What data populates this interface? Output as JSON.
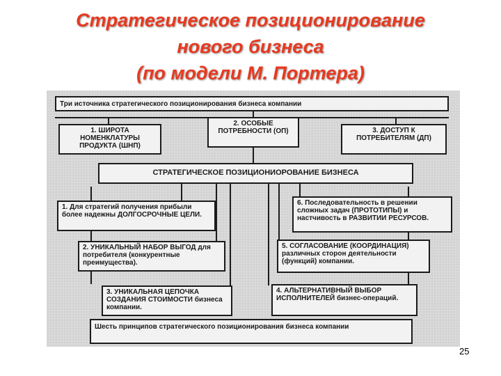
{
  "title": {
    "line1": "Стратегическое позиционирование",
    "line2": "нового бизнеса",
    "line3": "(по модели М. Портера)"
  },
  "diagram": {
    "top_header": "Три источника стратегического позиционирования бизнеса компании",
    "sources": [
      "1. ШИРОТА НОМЕНКЛАТУРЫ ПРОДУКТА (ШНП)",
      "2. ОСОБЫЕ ПОТРЕБНОСТИ (ОП)",
      "3. ДОСТУП К ПОТРЕБИТЕЛЯМ (ДП)"
    ],
    "center": "СТРАТЕГИЧЕСКОЕ ПОЗИЦИОНИОРОВАНИЕ БИЗНЕСА",
    "principles_left": [
      "1. Для стратегий получения прибыли более надежны ДОЛГОСРОЧНЫЕ ЦЕЛИ.",
      "2. УНИКАЛЬНЫЙ НАБОР ВЫГОД для потребителя (конкурентные преимущества).",
      "3. УНИКАЛЬНАЯ ЦЕПОЧКА СОЗДАНИЯ СТОИМОСТИ бизнеса компании."
    ],
    "principles_right": [
      "6. Последовательность в решении сложных задач (ПРОТОТИПЫ) и настчивость в РАЗВИТИИ РЕСУРСОВ.",
      "5. СОГЛАСОВАНИЕ (КООРДИНАЦИЯ) различных сторон деятельности (функций) компании.",
      "4. АЛЬТЕРНАТИВНЫЙ ВЫБОР ИСПОЛНИТЕЛЕЙ бизнес-операций."
    ],
    "bottom_footer": "Шесть принципов стратегического позиционирования бизнеса компании"
  },
  "page_number": "25"
}
